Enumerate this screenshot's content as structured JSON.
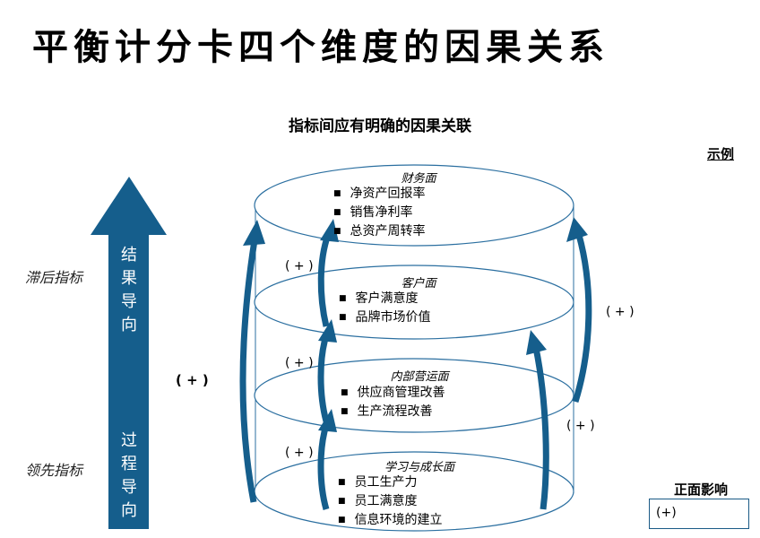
{
  "title": "平衡计分卡四个维度的因果关系",
  "subtitle": "指标间应有明确的因果关联",
  "example_label": "示例",
  "side_labels": {
    "lagging": "滞后指标",
    "leading": "领先指标"
  },
  "big_arrow": {
    "top_text": [
      "结",
      "果",
      "导",
      "向"
    ],
    "bottom_text": [
      "过",
      "程",
      "导",
      "向"
    ],
    "color": "#155e8c"
  },
  "left_plus": "( + )",
  "layers": [
    {
      "title": "财务面",
      "items": [
        "净资产回报率",
        "销售净利率",
        "总资产周转率"
      ]
    },
    {
      "title": "客户面",
      "items": [
        "客户满意度",
        "品牌市场价值"
      ]
    },
    {
      "title": "内部营运面",
      "items": [
        "供应商管理改善",
        "生产流程改善"
      ]
    },
    {
      "title": "学习与成长面",
      "items": [
        "员工生产力",
        "员工满意度",
        "信息环境的建立"
      ]
    }
  ],
  "plus_labels": [
    "( + )",
    "( + )",
    "( + )",
    "( + )",
    "( + )"
  ],
  "legend": {
    "title": "正面影响",
    "value": "(+)"
  },
  "colors": {
    "arrow": "#155e8c",
    "ellipse": "#2b6fa0"
  }
}
